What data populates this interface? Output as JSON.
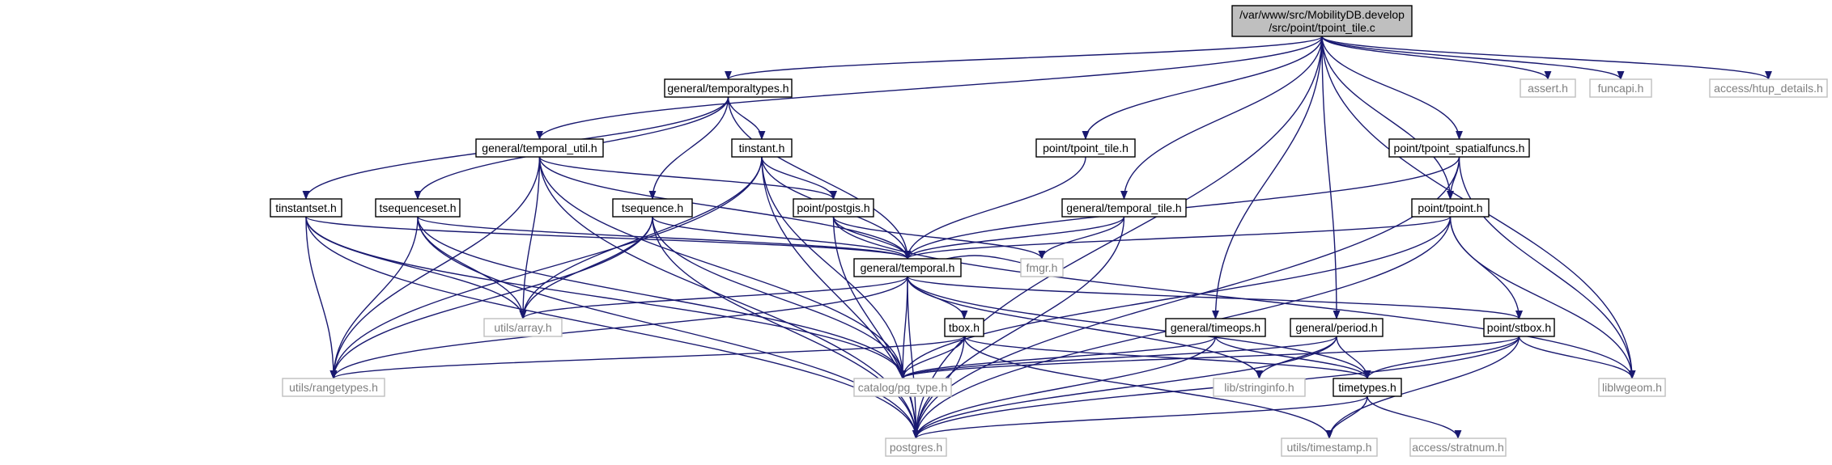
{
  "graph": {
    "colors": {
      "edge": "#191970",
      "root_fill": "#bfbfbf",
      "node_border": "#000000",
      "external_border": "#bfbfbf",
      "external_text": "#7f7f7f",
      "text": "#000000"
    },
    "nodes": [
      {
        "id": "root",
        "lines": [
          "/var/www/src/MobilityDB.develop",
          "/src/point/tpoint_tile.c"
        ],
        "kind": "root"
      },
      {
        "id": "temporaltypes",
        "lines": [
          "general/temporaltypes.h"
        ],
        "kind": "local"
      },
      {
        "id": "assert",
        "lines": [
          "assert.h"
        ],
        "kind": "external"
      },
      {
        "id": "funcapi",
        "lines": [
          "funcapi.h"
        ],
        "kind": "external"
      },
      {
        "id": "htup_details",
        "lines": [
          "access/htup_details.h"
        ],
        "kind": "external"
      },
      {
        "id": "tinstant",
        "lines": [
          "tinstant.h"
        ],
        "kind": "local"
      },
      {
        "id": "temporal_util",
        "lines": [
          "general/temporal_util.h"
        ],
        "kind": "local"
      },
      {
        "id": "tpoint_tile_h",
        "lines": [
          "point/tpoint_tile.h"
        ],
        "kind": "local"
      },
      {
        "id": "tpoint_spatialfuncs",
        "lines": [
          "point/tpoint_spatialfuncs.h"
        ],
        "kind": "local"
      },
      {
        "id": "tinstantset",
        "lines": [
          "tinstantset.h"
        ],
        "kind": "local"
      },
      {
        "id": "tsequenceset",
        "lines": [
          "tsequenceset.h"
        ],
        "kind": "local"
      },
      {
        "id": "tsequence",
        "lines": [
          "tsequence.h"
        ],
        "kind": "local"
      },
      {
        "id": "postgis",
        "lines": [
          "point/postgis.h"
        ],
        "kind": "local"
      },
      {
        "id": "temporal_tile",
        "lines": [
          "general/temporal_tile.h"
        ],
        "kind": "local"
      },
      {
        "id": "tpoint",
        "lines": [
          "point/tpoint.h"
        ],
        "kind": "local"
      },
      {
        "id": "temporal",
        "lines": [
          "general/temporal.h"
        ],
        "kind": "local"
      },
      {
        "id": "fmgr",
        "lines": [
          "fmgr.h"
        ],
        "kind": "external"
      },
      {
        "id": "tbox",
        "lines": [
          "tbox.h"
        ],
        "kind": "local"
      },
      {
        "id": "timeops",
        "lines": [
          "general/timeops.h"
        ],
        "kind": "local"
      },
      {
        "id": "period",
        "lines": [
          "general/period.h"
        ],
        "kind": "local"
      },
      {
        "id": "stbox",
        "lines": [
          "point/stbox.h"
        ],
        "kind": "local"
      },
      {
        "id": "array",
        "lines": [
          "utils/array.h"
        ],
        "kind": "external"
      },
      {
        "id": "rangetypes",
        "lines": [
          "utils/rangetypes.h"
        ],
        "kind": "external"
      },
      {
        "id": "pg_type",
        "lines": [
          "catalog/pg_type.h"
        ],
        "kind": "external"
      },
      {
        "id": "stringinfo",
        "lines": [
          "lib/stringinfo.h"
        ],
        "kind": "external"
      },
      {
        "id": "timetypes",
        "lines": [
          "timetypes.h"
        ],
        "kind": "local"
      },
      {
        "id": "liblwgeom",
        "lines": [
          "liblwgeom.h"
        ],
        "kind": "external"
      },
      {
        "id": "postgres",
        "lines": [
          "postgres.h"
        ],
        "kind": "external"
      },
      {
        "id": "timestamp",
        "lines": [
          "utils/timestamp.h"
        ],
        "kind": "external"
      },
      {
        "id": "stratnum",
        "lines": [
          "access/stratnum.h"
        ],
        "kind": "external"
      }
    ],
    "edges": [
      [
        "root",
        "postgres"
      ],
      [
        "root",
        "assert"
      ],
      [
        "root",
        "funcapi"
      ],
      [
        "root",
        "htup_details"
      ],
      [
        "root",
        "temporaltypes"
      ],
      [
        "root",
        "temporal_util"
      ],
      [
        "root",
        "tpoint_tile_h"
      ],
      [
        "root",
        "temporal_tile"
      ],
      [
        "root",
        "timeops"
      ],
      [
        "root",
        "period"
      ],
      [
        "root",
        "tpoint"
      ],
      [
        "root",
        "tpoint_spatialfuncs"
      ],
      [
        "root",
        "liblwgeom"
      ],
      [
        "temporaltypes",
        "tinstant"
      ],
      [
        "temporaltypes",
        "tinstantset"
      ],
      [
        "temporaltypes",
        "tsequenceset"
      ],
      [
        "temporaltypes",
        "tsequence"
      ],
      [
        "temporaltypes",
        "temporal"
      ],
      [
        "temporal_util",
        "array"
      ],
      [
        "temporal_util",
        "rangetypes"
      ],
      [
        "temporal_util",
        "pg_type"
      ],
      [
        "temporal_util",
        "postgres"
      ],
      [
        "temporal_util",
        "postgis"
      ],
      [
        "temporal_util",
        "temporal"
      ],
      [
        "tinstant",
        "array"
      ],
      [
        "tinstant",
        "rangetypes"
      ],
      [
        "tinstant",
        "postgis"
      ],
      [
        "tinstant",
        "temporal"
      ],
      [
        "tinstant",
        "pg_type"
      ],
      [
        "tinstant",
        "postgres"
      ],
      [
        "tpoint_tile_h",
        "temporal"
      ],
      [
        "tpoint_spatialfuncs",
        "temporal"
      ],
      [
        "tpoint_spatialfuncs",
        "tpoint"
      ],
      [
        "tpoint_spatialfuncs",
        "liblwgeom"
      ],
      [
        "tpoint_spatialfuncs",
        "postgres"
      ],
      [
        "tinstantset",
        "temporal"
      ],
      [
        "tinstantset",
        "array"
      ],
      [
        "tinstantset",
        "rangetypes"
      ],
      [
        "tinstantset",
        "pg_type"
      ],
      [
        "tinstantset",
        "postgres"
      ],
      [
        "tsequenceset",
        "temporal"
      ],
      [
        "tsequenceset",
        "array"
      ],
      [
        "tsequenceset",
        "rangetypes"
      ],
      [
        "tsequenceset",
        "pg_type"
      ],
      [
        "tsequenceset",
        "postgres"
      ],
      [
        "tsequence",
        "temporal"
      ],
      [
        "tsequence",
        "array"
      ],
      [
        "tsequence",
        "rangetypes"
      ],
      [
        "tsequence",
        "pg_type"
      ],
      [
        "tsequence",
        "postgres"
      ],
      [
        "postgis",
        "temporal"
      ],
      [
        "postgis",
        "fmgr"
      ],
      [
        "postgis",
        "liblwgeom"
      ],
      [
        "postgis",
        "postgres"
      ],
      [
        "temporal_tile",
        "temporal"
      ],
      [
        "temporal_tile",
        "fmgr"
      ],
      [
        "temporal_tile",
        "postgres"
      ],
      [
        "tpoint",
        "temporal"
      ],
      [
        "tpoint",
        "stbox"
      ],
      [
        "tpoint",
        "liblwgeom"
      ],
      [
        "tpoint",
        "pg_type"
      ],
      [
        "tpoint",
        "postgres"
      ],
      [
        "temporal",
        "array"
      ],
      [
        "temporal",
        "rangetypes"
      ],
      [
        "temporal",
        "pg_type"
      ],
      [
        "temporal",
        "tbox"
      ],
      [
        "temporal",
        "stringinfo"
      ],
      [
        "temporal",
        "postgres"
      ],
      [
        "temporal",
        "stbox"
      ],
      [
        "temporal",
        "timetypes"
      ],
      [
        "temporal",
        "fmgr"
      ],
      [
        "tbox",
        "rangetypes"
      ],
      [
        "tbox",
        "pg_type"
      ],
      [
        "tbox",
        "postgres"
      ],
      [
        "tbox",
        "timetypes"
      ],
      [
        "tbox",
        "timestamp"
      ],
      [
        "timeops",
        "pg_type"
      ],
      [
        "timeops",
        "timetypes"
      ],
      [
        "timeops",
        "postgres"
      ],
      [
        "period",
        "pg_type"
      ],
      [
        "period",
        "stringinfo"
      ],
      [
        "period",
        "timetypes"
      ],
      [
        "period",
        "postgres"
      ],
      [
        "stbox",
        "pg_type"
      ],
      [
        "stbox",
        "timetypes"
      ],
      [
        "stbox",
        "liblwgeom"
      ],
      [
        "stbox",
        "postgres"
      ],
      [
        "stbox",
        "timestamp"
      ],
      [
        "timetypes",
        "postgres"
      ],
      [
        "timetypes",
        "timestamp"
      ],
      [
        "timetypes",
        "stratnum"
      ]
    ]
  }
}
